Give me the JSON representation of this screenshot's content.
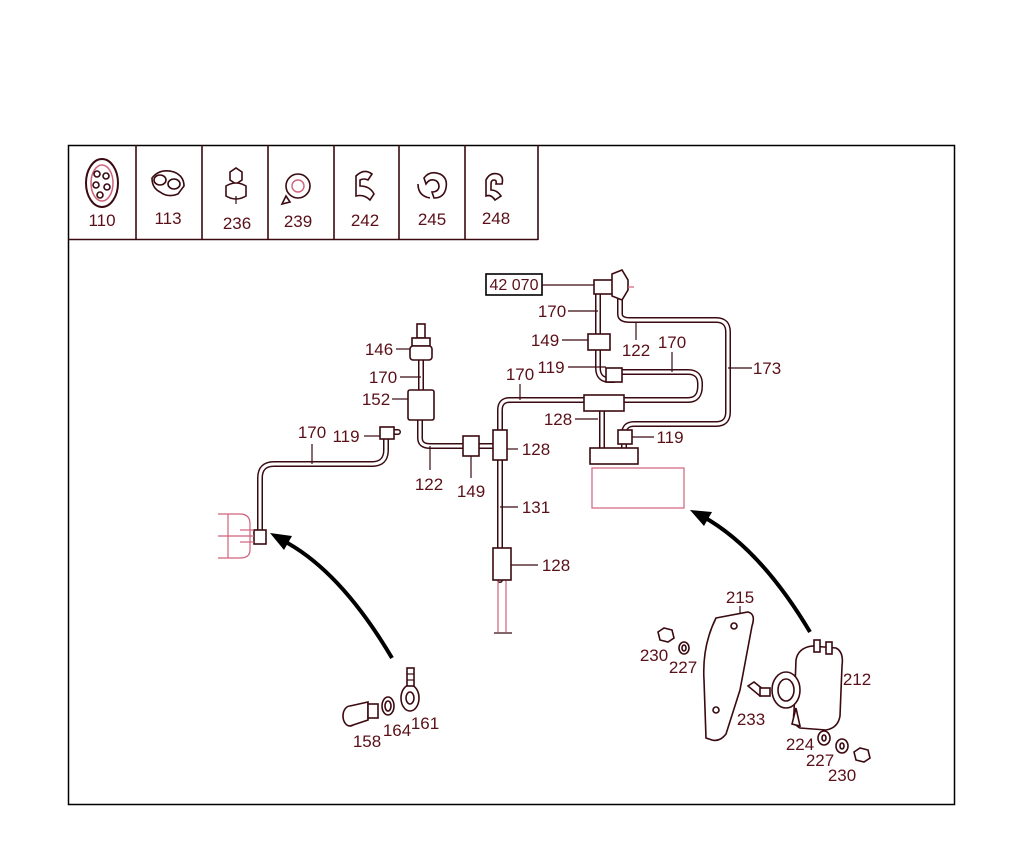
{
  "legend": [
    {
      "num": "110",
      "icon": "grommet-icon"
    },
    {
      "num": "113",
      "icon": "double-clip-icon"
    },
    {
      "num": "236",
      "icon": "push-clip-icon"
    },
    {
      "num": "239",
      "icon": "ring-clip-icon"
    },
    {
      "num": "242",
      "icon": "s-clip-icon"
    },
    {
      "num": "245",
      "icon": "c-clip-icon"
    },
    {
      "num": "248",
      "icon": "hook-clip-icon"
    }
  ],
  "ref_box": "42 070",
  "callouts": {
    "c146": "146",
    "c170a": "170",
    "c152": "152",
    "c170b": "170",
    "c119a": "119",
    "c122a": "122",
    "c149a": "149",
    "c128a": "128",
    "c131": "131",
    "c128b": "128",
    "c170c": "170",
    "c149b": "149",
    "c119b": "119",
    "c170d": "170",
    "c122b": "122",
    "c170e": "170",
    "c173": "173",
    "c128c": "128",
    "c119c": "119",
    "c215": "215",
    "c230a": "230",
    "c227a": "227",
    "c212": "212",
    "c233": "233",
    "c224": "224",
    "c227b": "227",
    "c230b": "230",
    "c158": "158",
    "c164": "164",
    "c161": "161"
  },
  "colors": {
    "line": "#3a0a10",
    "text": "#5a1018",
    "ghost": "#d0607a"
  }
}
